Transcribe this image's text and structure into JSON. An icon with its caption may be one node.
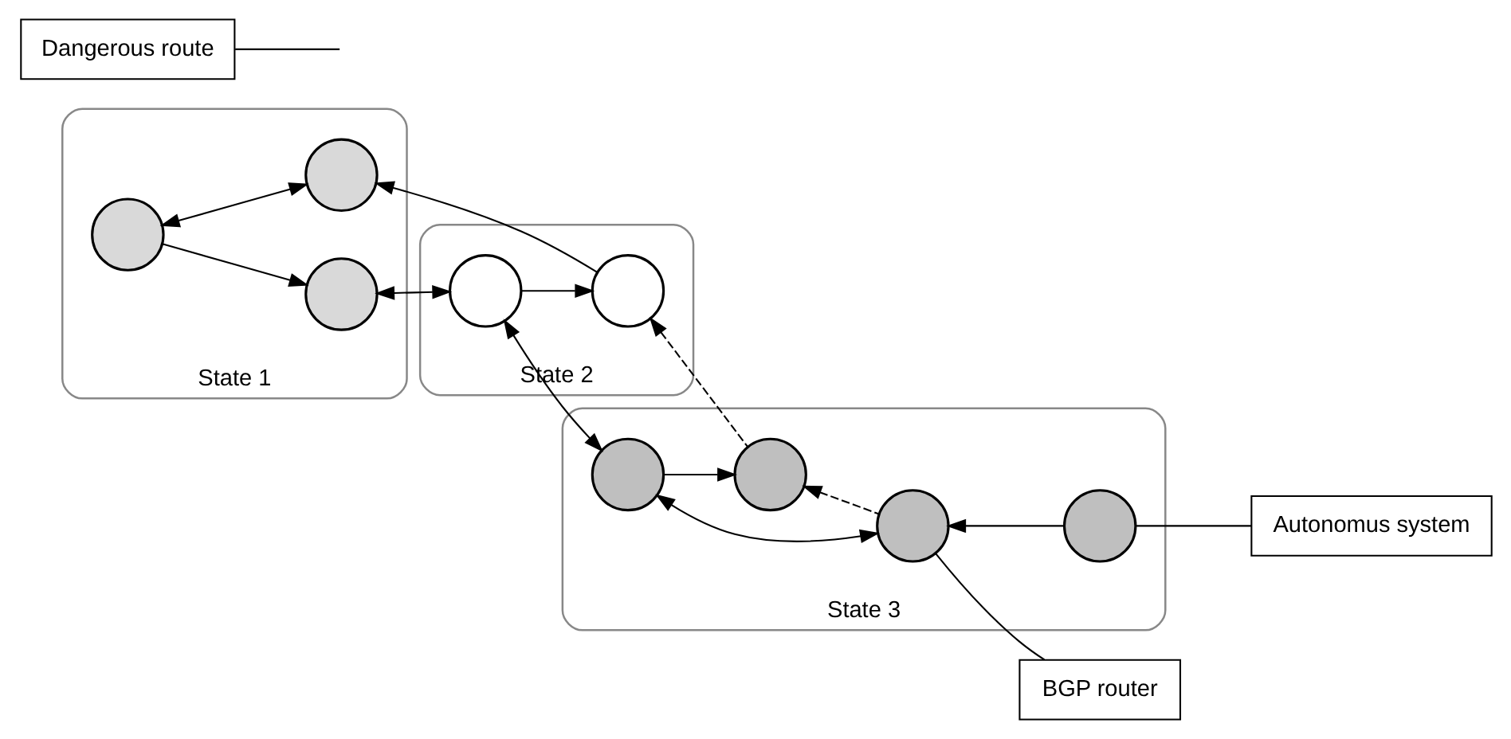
{
  "diagram": {
    "nodes": [
      {
        "text": [
          "State 1"
        ]
      },
      {
        "text": [],
        "shape": "circle",
        "in": 0
      },
      {
        "text": [],
        "shape": "circle",
        "in": 0
      },
      {
        "text": [],
        "shape": "circle",
        "in": 0
      },
      {
        "text": [
          "State 2"
        ]
      },
      {
        "text": [],
        "shape": "circle",
        "in": 4
      },
      {
        "text": [],
        "shape": "circle",
        "in": 4
      },
      {
        "text": [
          "State 3"
        ]
      },
      {
        "text": [],
        "shape": "circle",
        "in": 7
      },
      {
        "text": [],
        "shape": "circle",
        "in": 7
      },
      {
        "text": [],
        "shape": "circle",
        "in": 7
      },
      {
        "text": [],
        "shape": "circle",
        "in": 7
      },
      {
        "text": [
          "BGP router"
        ]
      },
      {
        "text": [
          "Dangerous route"
        ]
      },
      {
        "text": [
          "Autonomus system"
        ]
      }
    ],
    "edges": [
      {
        "from": 1,
        "to": 2,
        "arrow": "to"
      },
      {
        "from": 1,
        "to": 3,
        "arrow": "both"
      },
      {
        "from": 2,
        "to": 5,
        "arrow": "both"
      },
      {
        "from": 6,
        "to": 3,
        "arrow": "to"
      },
      {
        "from": 5,
        "to": 8,
        "arrow": "both"
      },
      {
        "from": 5,
        "to": 6,
        "arrow": "to"
      },
      {
        "from": 8,
        "to": 9,
        "arrow": "to"
      },
      {
        "from": 8,
        "to": 10,
        "arrow": "both"
      },
      {
        "from": 11,
        "to": 10,
        "arrow": "to"
      },
      {
        "from": 10,
        "to": 9,
        "arrow": "to",
        "style": "dashed"
      },
      {
        "from": 9,
        "to": 6,
        "arrow": "to",
        "style": "dashed"
      },
      {
        "from": 12,
        "to": 10,
        "arrow": "none"
      },
      {
        "from": 13,
        "to": null,
        "arrow": "none"
      },
      {
        "from": 14,
        "to": 11,
        "arrow": "none"
      }
    ]
  }
}
